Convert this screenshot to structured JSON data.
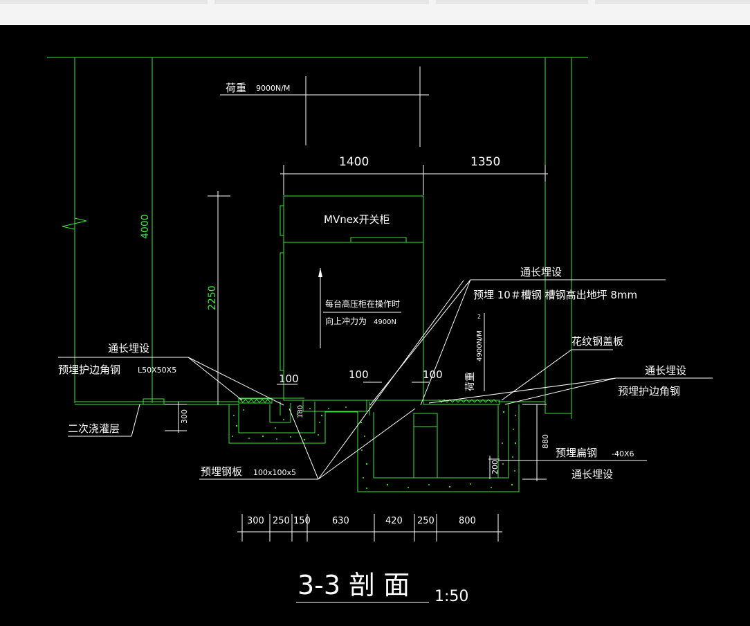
{
  "labels": {
    "load": "荷重",
    "load_value": "9000N/M",
    "dim_1400": "1400",
    "dim_1350": "1350",
    "dim_4000": "4000",
    "dim_2250": "2250",
    "cabinet": "MVnex开关柜",
    "impact_line1": "每台高压柜在操作时",
    "impact_line2": "向上冲力为",
    "impact_value": "4900N",
    "side_load": "荷重",
    "side_load_value": "4900N/M",
    "side_load_sup": "2",
    "embed_through_1": "通长埋设",
    "embed_channel": "预埋 10＃槽钢 槽钢高出地坪 8mm",
    "embed_through_left": "通长埋设",
    "embed_angle_left": "预埋护边角钢",
    "embed_angle_left_spec": "L50X50X5",
    "checker_plate": "花纹钢盖板",
    "embed_through_right": "通长埋设",
    "embed_angle_right": "预埋护边角钢",
    "grout_layer": "二次浇灌层",
    "dim_300_v": "300",
    "dim_100_a": "100",
    "dim_100_b": "100",
    "dim_100_c": "100",
    "dim_180": "180",
    "embed_plate": "预埋钢板",
    "embed_plate_spec": "100x100x5",
    "embed_flat": "预埋扁钢",
    "embed_flat_spec": "-40X6",
    "embed_through_flat": "通长埋设",
    "dim_880": "880",
    "dim_200": "200",
    "title": "3-3 剖 面",
    "scale": "1:50"
  },
  "bottom_dims": [
    "300",
    "250",
    "150",
    "630",
    "420",
    "250",
    "800"
  ],
  "colors": {
    "line": "#39e639",
    "text": "#ffffff",
    "background": "#000000",
    "titlebar": "#f4f4f4"
  }
}
